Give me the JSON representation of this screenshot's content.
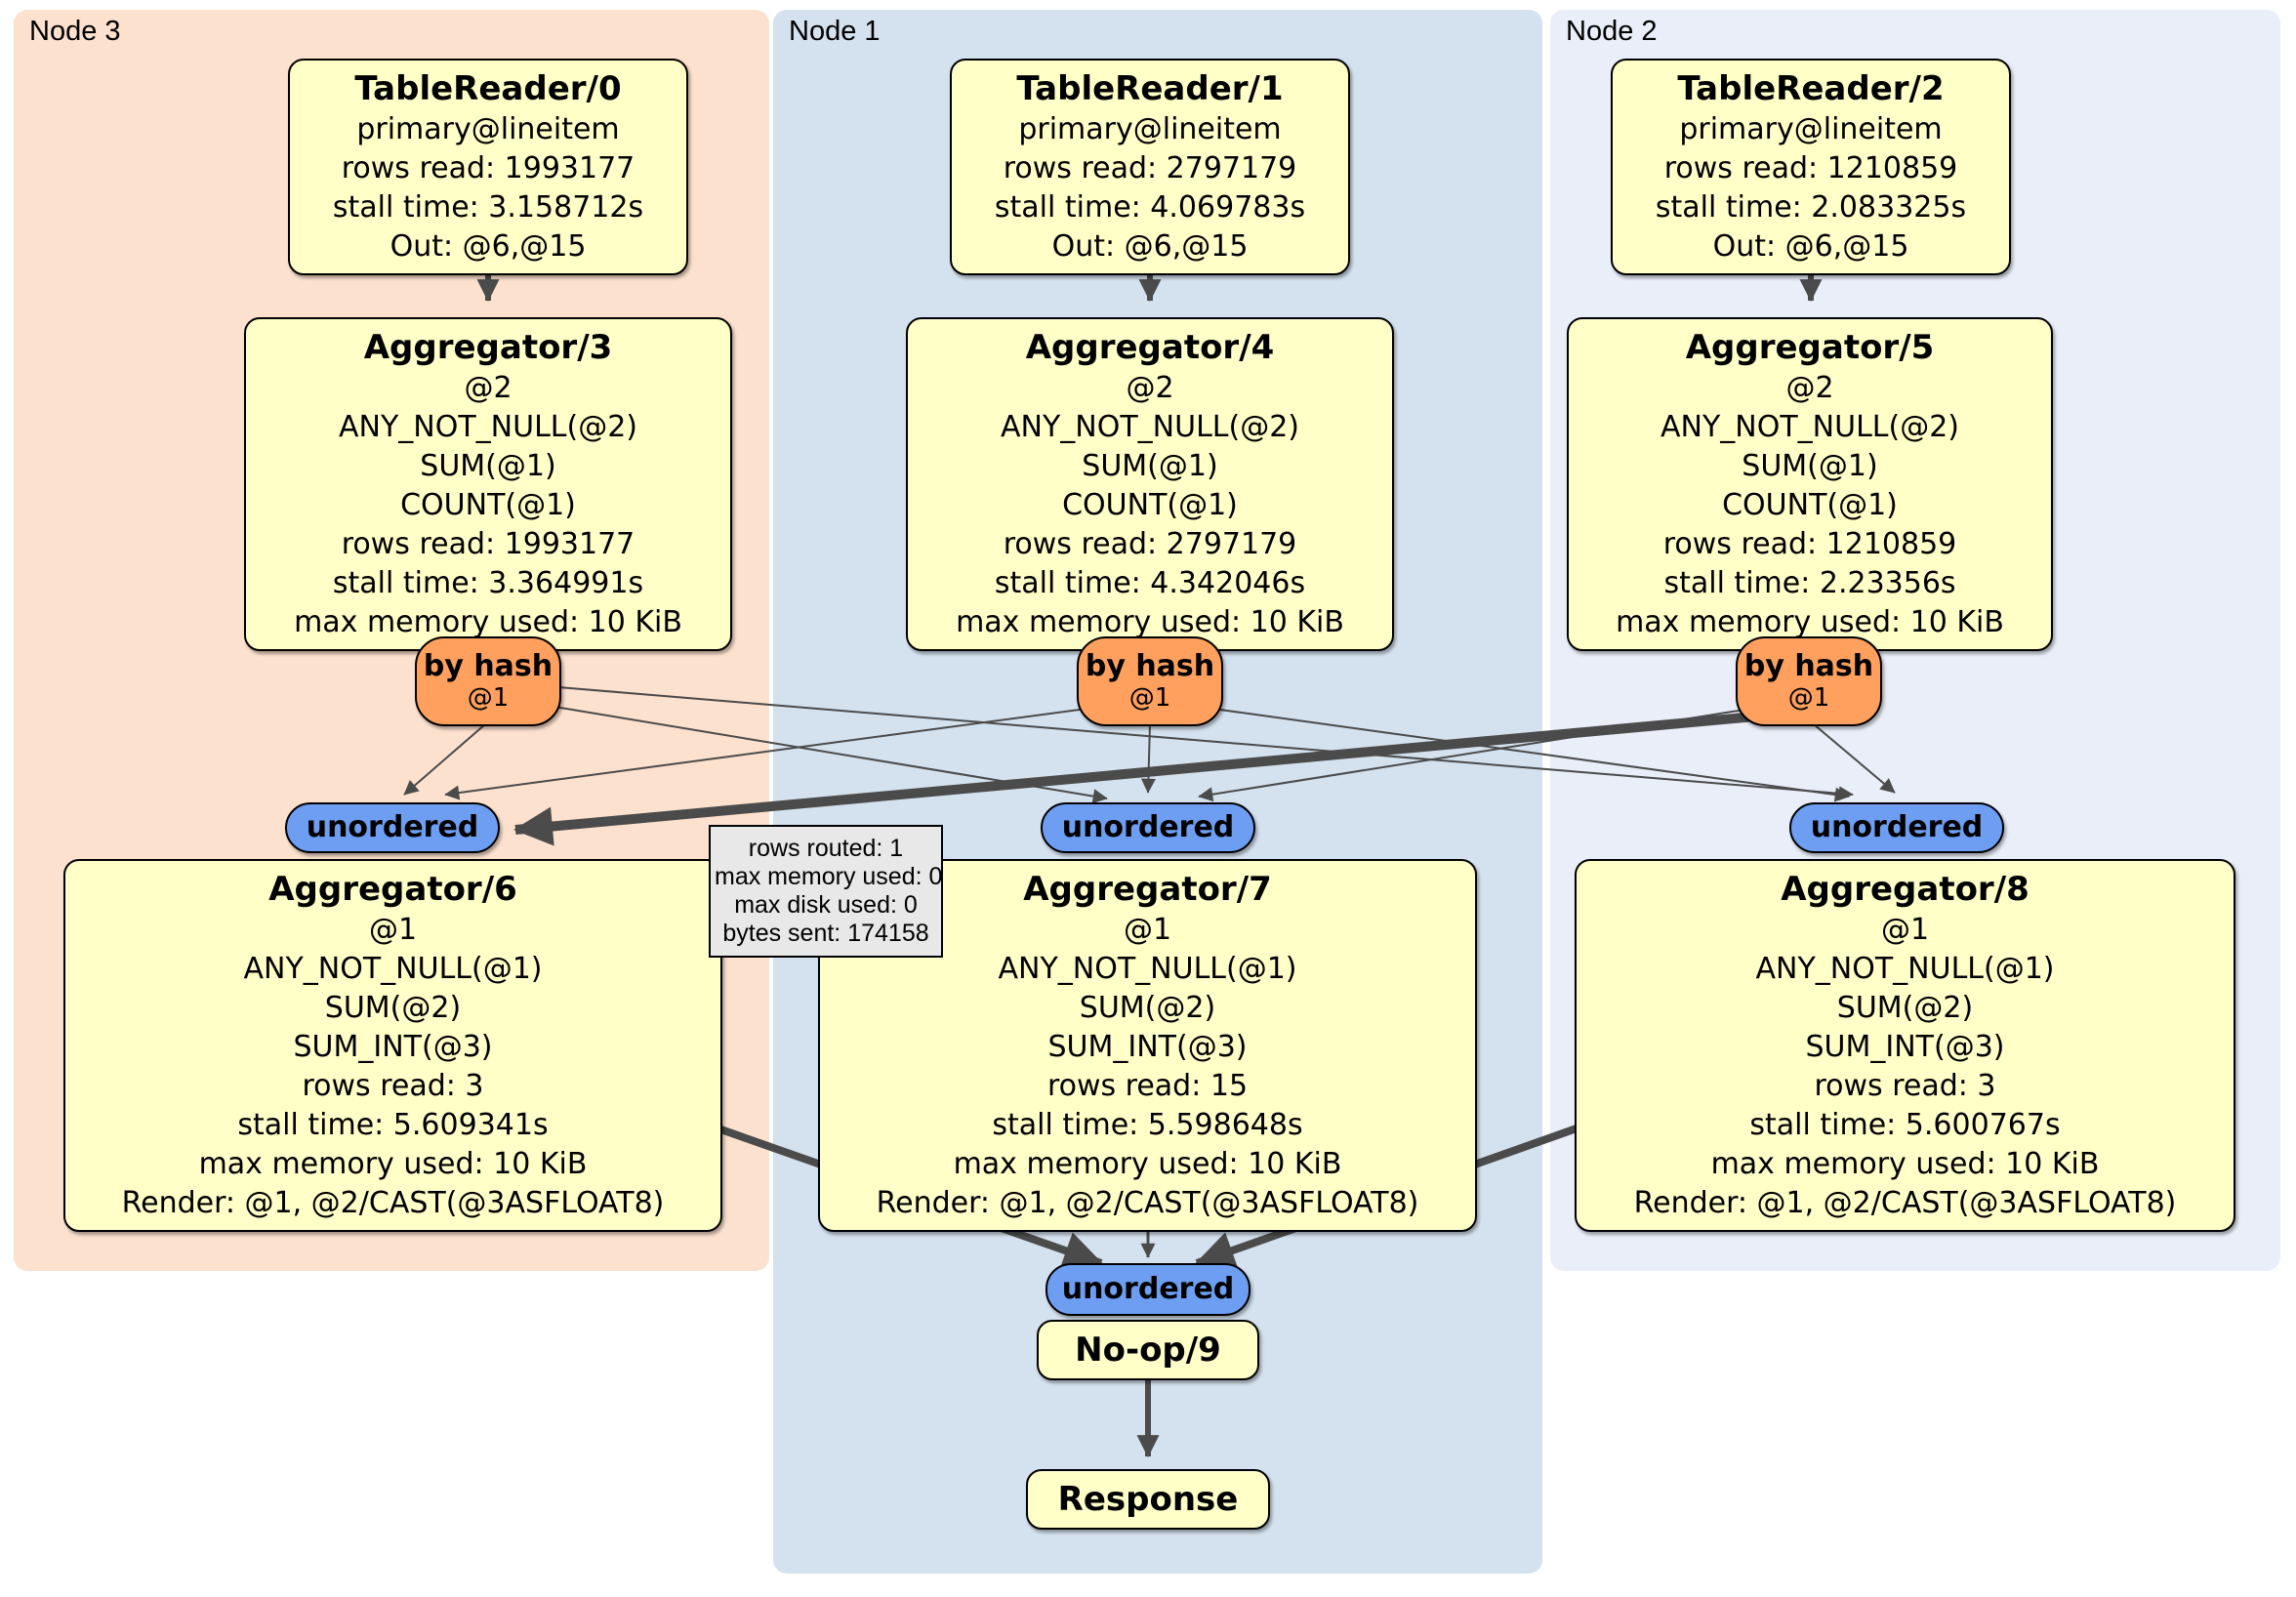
{
  "panels": {
    "node3": {
      "label": "Node 3"
    },
    "node1": {
      "label": "Node 1"
    },
    "node2": {
      "label": "Node 2"
    }
  },
  "boxes": {
    "tr0": {
      "title": "TableReader/0",
      "lines": [
        "primary@lineitem",
        "rows read: 1993177",
        "stall time: 3.158712s",
        "Out: @6,@15"
      ]
    },
    "tr1": {
      "title": "TableReader/1",
      "lines": [
        "primary@lineitem",
        "rows read: 2797179",
        "stall time: 4.069783s",
        "Out: @6,@15"
      ]
    },
    "tr2": {
      "title": "TableReader/2",
      "lines": [
        "primary@lineitem",
        "rows read: 1210859",
        "stall time: 2.083325s",
        "Out: @6,@15"
      ]
    },
    "agg3": {
      "title": "Aggregator/3",
      "lines": [
        "@2",
        "ANY_NOT_NULL(@2)",
        "SUM(@1)",
        "COUNT(@1)",
        "rows read: 1993177",
        "stall time: 3.364991s",
        "max memory used: 10 KiB"
      ]
    },
    "agg4": {
      "title": "Aggregator/4",
      "lines": [
        "@2",
        "ANY_NOT_NULL(@2)",
        "SUM(@1)",
        "COUNT(@1)",
        "rows read: 2797179",
        "stall time: 4.342046s",
        "max memory used: 10 KiB"
      ]
    },
    "agg5": {
      "title": "Aggregator/5",
      "lines": [
        "@2",
        "ANY_NOT_NULL(@2)",
        "SUM(@1)",
        "COUNT(@1)",
        "rows read: 1210859",
        "stall time: 2.23356s",
        "max memory used: 10 KiB"
      ]
    },
    "agg6": {
      "title": "Aggregator/6",
      "lines": [
        "@1",
        "ANY_NOT_NULL(@1)",
        "SUM(@2)",
        "SUM_INT(@3)",
        "rows read: 3",
        "stall time: 5.609341s",
        "max memory used: 10 KiB",
        "Render: @1, @2/CAST(@3ASFLOAT8)"
      ]
    },
    "agg7": {
      "title": "Aggregator/7",
      "lines": [
        "@1",
        "ANY_NOT_NULL(@1)",
        "SUM(@2)",
        "SUM_INT(@3)",
        "rows read: 15",
        "stall time: 5.598648s",
        "max memory used: 10 KiB",
        "Render: @1, @2/CAST(@3ASFLOAT8)"
      ]
    },
    "agg8": {
      "title": "Aggregator/8",
      "lines": [
        "@1",
        "ANY_NOT_NULL(@1)",
        "SUM(@2)",
        "SUM_INT(@3)",
        "rows read: 3",
        "stall time: 5.600767s",
        "max memory used: 10 KiB",
        "Render: @1, @2/CAST(@3ASFLOAT8)"
      ]
    },
    "noop9": {
      "title": "No-op/9",
      "lines": []
    },
    "response": {
      "title": "Response",
      "lines": []
    }
  },
  "routers": {
    "by_hash_label": "by hash",
    "by_hash_sub": "@1",
    "unordered_label": "unordered"
  },
  "edge_tooltip": {
    "lines": [
      "rows routed: 1",
      "max memory used: 0",
      "max disk used: 0",
      "bytes sent: 174158"
    ]
  },
  "colors": {
    "box_yellow": "#ffffc8",
    "router_orange": "#ffa05e",
    "router_blue": "#6d9ef2",
    "panel_node3": "#fce1ce",
    "panel_node1": "#d4e1ee",
    "panel_node2": "#e9eef8",
    "edge_gray": "#4b4b4b",
    "tooltip_gray": "#e8e8e8"
  }
}
